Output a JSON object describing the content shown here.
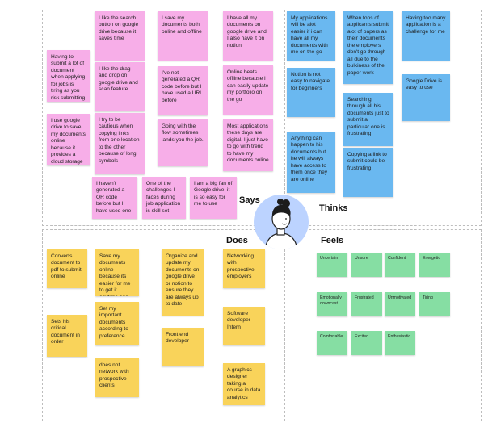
{
  "labels": {
    "says": "Says",
    "thinks": "Thinks",
    "does": "Does",
    "feels": "Feels"
  },
  "says": [
    "Having to submit a lot of document when applying for jobs is tiring as you risk submitting the wrong document",
    "I use google drive to save my documents online because it provides a cloud storage for me",
    "I like the search button on google drive because it saves time",
    "I like  the drag and drop on google drive and scan feature",
    "I try to be cautious when copying links from one location to the other because of long symbols",
    "I save my documents both online and offline",
    "I've not generated a QR code before but I have used a URL before",
    "Going with the flow sometimes lands you the job.",
    "I have all my documents on google drive and I also have it on notion",
    "Online beats offline because i can easily update my portfolio on the go",
    "Most applications these days are digital, I just have to go with trend to have my documents online",
    "I haven't generated a QR code before but I have used one",
    "One of the challenges I faces during job application is skill set",
    "I am a big fan of Google drive, it is so easy for me to use"
  ],
  "thinks": [
    "My applications will be alot easier if i can have all my documents with me on the go",
    "Notion is not easy to navigate for beginners",
    "Anything can happen to his documents but he will always have access to them once they are online",
    "When tons of applicants submit alot of papers as their documents the employers don't go through all due to the bulkiness of the paper work",
    "Searching through all his documents just to submit a particular one is frustrating",
    "Copying a link to submit could be frustrating",
    "Having too many application is a challenge for me",
    "Google Drive is easy to use"
  ],
  "does": [
    "Converts document to pdf to submit online",
    "Sets his critical document in order",
    "Save my documents online because its easier for me to get it anytime and anywhere i need it",
    "Set my important documents according to preference",
    "does not network with prospective clients",
    "Organize and update my documents on google drive or notion to ensure they are always up to date",
    "Front end developer",
    "Networking with prospective employers",
    "Software developer Intern",
    "A graphics designer taking a course in data analytics"
  ],
  "feels": [
    "Uncertain",
    "Unsure",
    "Confident",
    "Energetic",
    "Emotionally downcast",
    "Frustrated",
    "Unmotivated",
    "Tiring",
    "Comfortable",
    "Excited",
    "Enthusiastic"
  ],
  "colors": {
    "pink": "#f7aee8",
    "blue": "#6ab8f0",
    "yellow": "#f9d35a",
    "green": "#86dea3",
    "avatar_bg": "#bcd3ff"
  }
}
